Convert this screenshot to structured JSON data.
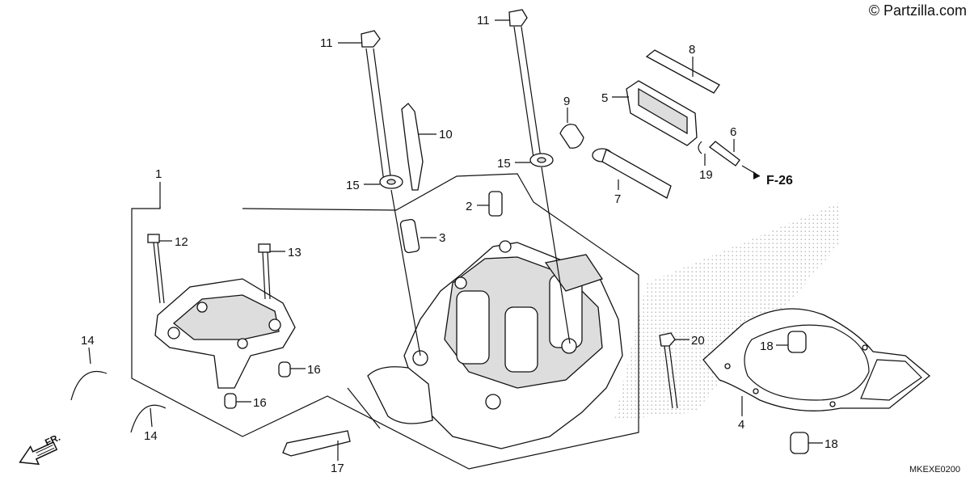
{
  "copyright": "© Partzilla.com",
  "diagram_code": "MKEXE0200",
  "front_arrow": {
    "label": "FR."
  },
  "reference": {
    "label": "F-26"
  },
  "callouts": [
    {
      "id": "c1",
      "label": "1"
    },
    {
      "id": "c2",
      "label": "2"
    },
    {
      "id": "c3",
      "label": "3"
    },
    {
      "id": "c4",
      "label": "4"
    },
    {
      "id": "c5",
      "label": "5"
    },
    {
      "id": "c6",
      "label": "6"
    },
    {
      "id": "c7",
      "label": "7"
    },
    {
      "id": "c8",
      "label": "8"
    },
    {
      "id": "c9",
      "label": "9"
    },
    {
      "id": "c10",
      "label": "10"
    },
    {
      "id": "c11a",
      "label": "11"
    },
    {
      "id": "c11b",
      "label": "11"
    },
    {
      "id": "c12",
      "label": "12"
    },
    {
      "id": "c13",
      "label": "13"
    },
    {
      "id": "c14a",
      "label": "14"
    },
    {
      "id": "c14b",
      "label": "14"
    },
    {
      "id": "c15a",
      "label": "15"
    },
    {
      "id": "c15b",
      "label": "15"
    },
    {
      "id": "c16a",
      "label": "16"
    },
    {
      "id": "c16b",
      "label": "16"
    },
    {
      "id": "c17",
      "label": "17"
    },
    {
      "id": "c18a",
      "label": "18"
    },
    {
      "id": "c18b",
      "label": "18"
    },
    {
      "id": "c19",
      "label": "19"
    },
    {
      "id": "c20",
      "label": "20"
    }
  ]
}
